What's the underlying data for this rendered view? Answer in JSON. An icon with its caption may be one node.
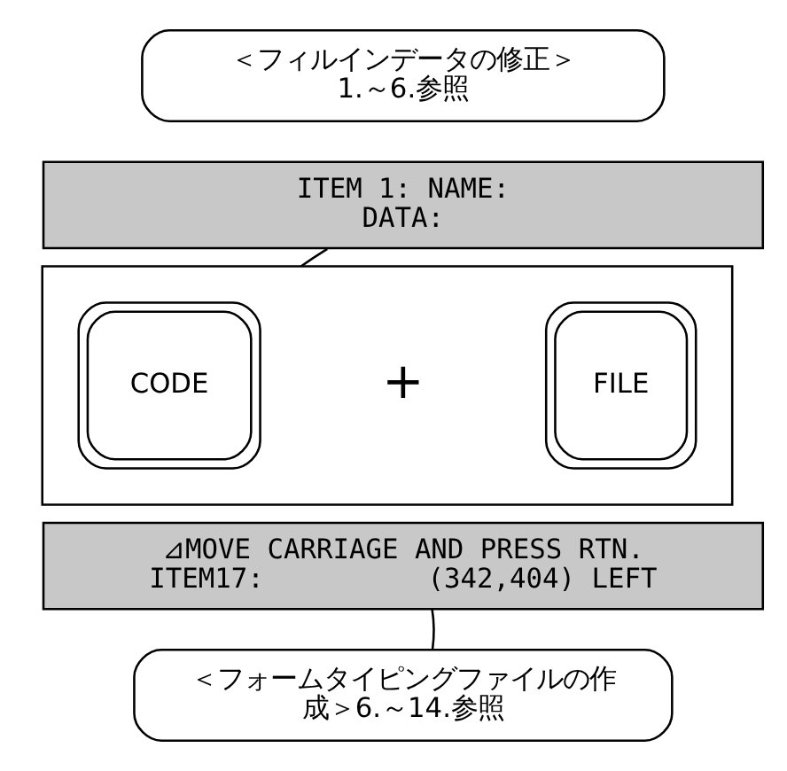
{
  "diagram": {
    "nodes": [
      {
        "text": [
          "＜フィルインデータの修正＞",
          "1.～6.参照"
        ]
      },
      {
        "text": [
          "ITEM 1: NAME:",
          "DATA:"
        ]
      },
      {
        "text": [],
        "shape": "box"
      },
      {
        "text": [
          "CODE"
        ],
        "in": 2
      },
      {
        "text": [
          "FILE"
        ],
        "in": 2
      },
      {
        "text": [
          "⊿MOVE CARRIAGE AND PRESS RTN.",
          "ITEM17:          (342,404) LEFT"
        ]
      },
      {
        "text": [
          "＜フォームタイピングファイルの作成＞6.～14.参照"
        ]
      }
    ],
    "edges": [
      {
        "from": 1,
        "to": 2,
        "arrow": "none"
      },
      {
        "from": 5,
        "to": 6,
        "arrow": "none"
      }
    ],
    "labels": [
      "+"
    ]
  }
}
